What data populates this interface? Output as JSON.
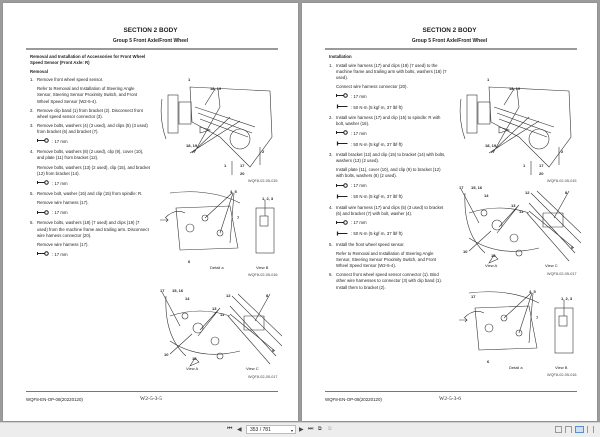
{
  "pages": [
    {
      "section": "SECTION 2 BODY",
      "group": "Group 5 Front Axle/Front Wheel",
      "heading": "Removal and Installation of Accessories for Front Wheel Speed Sensor (Front Axle: R)",
      "subheading": "Removal",
      "steps": [
        {
          "num": "1.",
          "text": "Remove front wheel speed sensor.",
          "notes": [
            {
              "type": "text",
              "text": "Refer to Removal and Installation of Steering Angle Sensor, Steering Sensor Proximity Switch, and Front Wheel Speed Sensor (W2-5-4)."
            }
          ]
        },
        {
          "num": "2.",
          "text": "Remove clip band (1) from bracket (2). Disconnect front wheel speed sensor connector (3).",
          "notes": []
        },
        {
          "num": "3.",
          "text": "Remove bolts, washers (4) (3 used), and clips (5) (3 used) from bracket (6) and bracket (7).",
          "notes": [
            {
              "type": "wrench",
              "text": ": 17 mm"
            }
          ]
        },
        {
          "num": "4.",
          "text": "Remove bolts, washers (8) (2 used), clip (9), cover (10), and plate (11) from bracket (12).",
          "notes": [
            {
              "type": "text",
              "text": "Remove bolts, washers (13) (2 used), clip (15), and bracket (12) from bracket (14)."
            },
            {
              "type": "wrench",
              "text": ": 17 mm"
            }
          ]
        },
        {
          "num": "5.",
          "text": "Remove bolt, washer (16) and clip (15) from spindle: R.",
          "notes": [
            {
              "type": "text",
              "text": "Remove wire harness (17)."
            },
            {
              "type": "wrench",
              "text": ": 17 mm"
            }
          ]
        },
        {
          "num": "6.",
          "text": "Remove bolts, washers (18) (7 used) and clips (19) (7 used) from the machine frame and trailing arm. Disconnect wire harness connector (20).",
          "notes": [
            {
              "type": "text",
              "text": "Remove wire harness (17)."
            },
            {
              "type": "wrench",
              "text": ": 17 mm"
            }
          ]
        }
      ],
      "figures": [
        {
          "kind": "overview",
          "labels": [
            "1",
            "18, 19",
            "18, 19",
            "2",
            "17",
            "20",
            "1"
          ],
          "caption": "WQF8-02-05-015"
        },
        {
          "kind": "detail",
          "labels": [
            "4, 5",
            "1, 2, 3",
            "7",
            "6",
            "Detail a",
            "View B"
          ],
          "caption": "WQF8-02-05-016"
        },
        {
          "kind": "views",
          "labels": [
            "17",
            "15, 16",
            "14",
            "13",
            "12",
            "8",
            "11",
            "9",
            "10",
            "15",
            "View A",
            "View C"
          ],
          "caption": "WQF8-02-05-017"
        }
      ],
      "footer": {
        "code": "WQF8-EN-OP-08(20220120)",
        "page": "W2-5-3-5"
      }
    },
    {
      "section": "SECTION 2 BODY",
      "group": "Group 5 Front Axle/Front Wheel",
      "heading": "",
      "subheading": "Installation",
      "steps": [
        {
          "num": "1.",
          "text": "Install wire harness (17) and clips (19) (7 used) to the machine frame and trailing arm with bolts, washers (18) (7 used).",
          "notes": [
            {
              "type": "text",
              "text": "Connect wire harness connector (20)."
            },
            {
              "type": "wrench",
              "text": ": 17 mm"
            },
            {
              "type": "torque",
              "text": ": 50 N·m (5 kgf·m, 37 lbf·ft)"
            }
          ]
        },
        {
          "num": "2.",
          "text": "Install wire harness (17) and clip (15) to spindle: R with bolt, washer (16).",
          "notes": [
            {
              "type": "wrench",
              "text": ": 17 mm"
            },
            {
              "type": "torque",
              "text": ": 50 N·m (5 kgf·m, 37 lbf·ft)"
            }
          ]
        },
        {
          "num": "3.",
          "text": "Install bracket (12) and clip (15) to bracket (14) with bolts, washers (13) (2 used).",
          "notes": [
            {
              "type": "text",
              "text": "Install plate (11), cover (10), and clip (9) to bracket (12) with bolts, washers (8) (2 used)."
            },
            {
              "type": "wrench",
              "text": ": 17 mm"
            },
            {
              "type": "torque",
              "text": ": 50 N·m (5 kgf·m, 37 lbf·ft)"
            }
          ]
        },
        {
          "num": "4.",
          "text": "Install wire harness (17) and clips (5) (3 used) to bracket (6) and bracket (7) with bolt, washer (4).",
          "notes": [
            {
              "type": "wrench",
              "text": ": 17 mm"
            },
            {
              "type": "torque",
              "text": ": 50 N·m (5 kgf·m, 37 lbf·ft)"
            }
          ]
        },
        {
          "num": "5.",
          "text": "Install the front wheel speed sensor.",
          "notes": [
            {
              "type": "text",
              "text": "Refer to Removal and Installation of Steering Angle Sensor, Steering Sensor Proximity Switch, and Front Wheel Speed Sensor (W2-5-4)."
            }
          ]
        },
        {
          "num": "6.",
          "text": "Connect front wheel speed sensor connector (1). Bind other wire harnesses to connector (3) with clip band (1). Install them to bracket (2).",
          "notes": []
        }
      ],
      "figures": [
        {
          "kind": "overview",
          "labels": [
            "1",
            "18, 19",
            "18, 19",
            "2",
            "17",
            "20",
            "1"
          ],
          "caption": "WQF8-02-05-015"
        },
        {
          "kind": "views",
          "labels": [
            "17",
            "15, 16",
            "14",
            "13",
            "12",
            "8",
            "11",
            "9",
            "10",
            "15",
            "View A",
            "View C"
          ],
          "caption": "WQF8-02-05-017"
        },
        {
          "kind": "detail",
          "labels": [
            "17",
            "4, 5",
            "1, 2, 3",
            "7",
            "6",
            "Detail a",
            "View B"
          ],
          "caption": "WQF8-02-05-016"
        }
      ],
      "footer": {
        "code": "WQF8-EN-OP-08(20220120)",
        "page": "W2-5-3-6"
      }
    }
  ],
  "toolbar": {
    "page_indicator": "353 / 781",
    "icons": [
      "first-page-icon",
      "prev-page-icon",
      "next-page-icon",
      "last-page-icon",
      "back-view-icon",
      "forward-view-icon",
      "single-page-icon",
      "continuous-icon",
      "two-page-icon",
      "two-page-continuous-icon"
    ]
  }
}
